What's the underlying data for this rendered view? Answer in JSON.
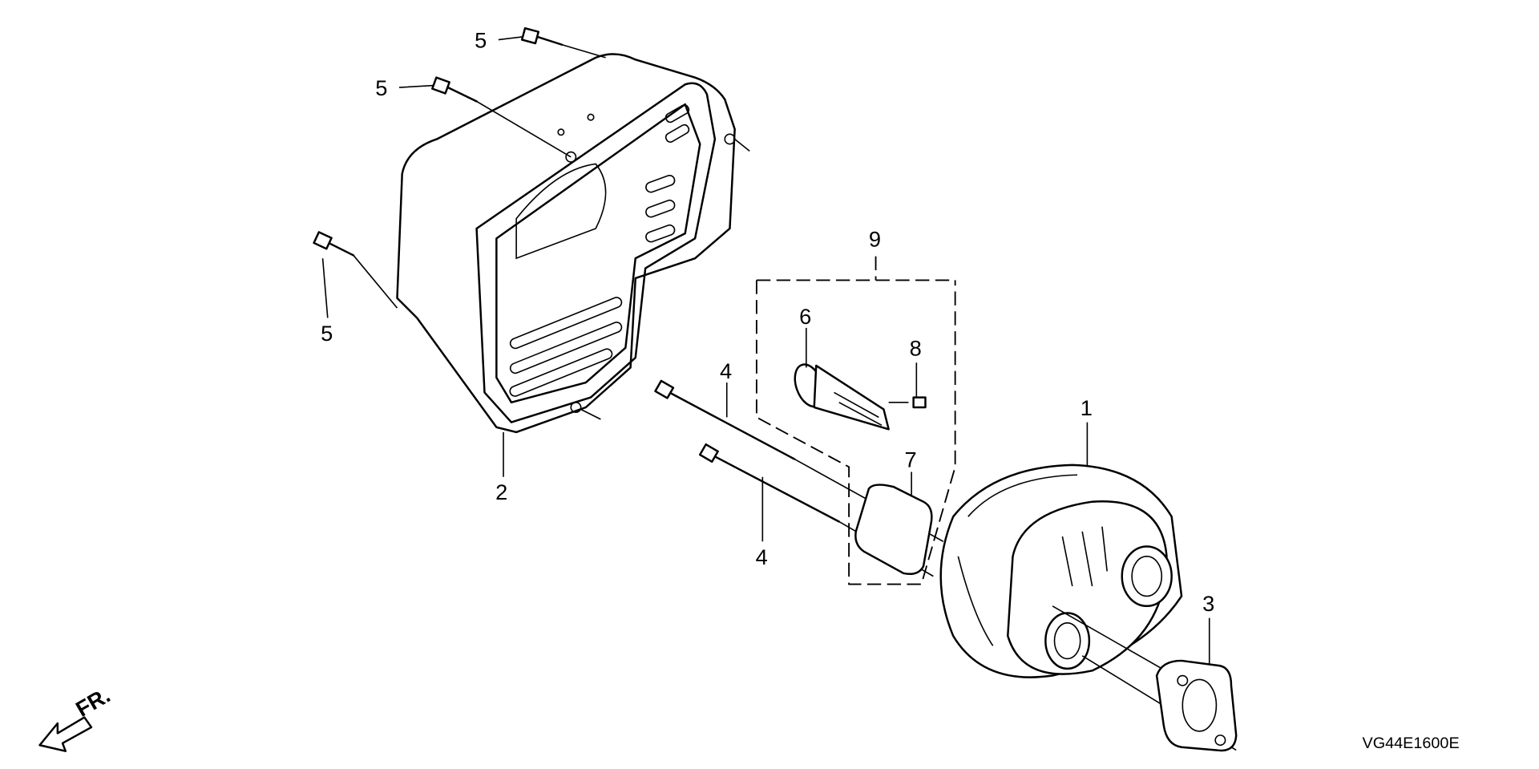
{
  "diagram": {
    "callouts": [
      {
        "id": "callout-5a",
        "label": "5"
      },
      {
        "id": "callout-5b",
        "label": "5"
      },
      {
        "id": "callout-5c",
        "label": "5"
      },
      {
        "id": "callout-2",
        "label": "2"
      },
      {
        "id": "callout-9",
        "label": "9"
      },
      {
        "id": "callout-6",
        "label": "6"
      },
      {
        "id": "callout-8",
        "label": "8"
      },
      {
        "id": "callout-4a",
        "label": "4"
      },
      {
        "id": "callout-4b",
        "label": "4"
      },
      {
        "id": "callout-7",
        "label": "7"
      },
      {
        "id": "callout-1",
        "label": "1"
      },
      {
        "id": "callout-3",
        "label": "3"
      }
    ],
    "front_arrow_label": "FR.",
    "diagram_code": "VG44E1600E"
  }
}
